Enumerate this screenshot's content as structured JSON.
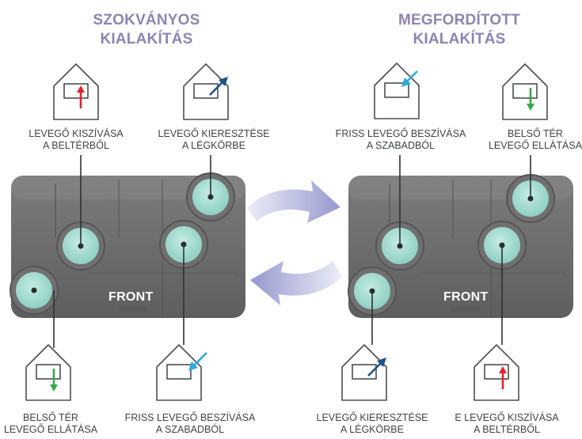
{
  "left": {
    "title_line1": "SZOKVÁNYOS",
    "title_line2": "KIALAKÍTÁS",
    "top_left_label_1": "LEVEGŐ KISZÍVÁSA",
    "top_left_label_2": "A BELTÉRBŐL",
    "top_right_label_1": "LEVEGŐ KIERESZTÉSE",
    "top_right_label_2": "A  LÉGKÖRBE",
    "bottom_left_label_1": "BELSŐ TÉR",
    "bottom_left_label_2": "LEVEGŐ ELLÁTÁSA",
    "bottom_right_label_1": "FRISS LEVEGŐ BESZÍVÁSA",
    "bottom_right_label_2": "A SZABADBÓL",
    "front": "FRONT"
  },
  "right": {
    "title_line1": "MEGFORDÍTOTT",
    "title_line2": "KIALAKÍTÁS",
    "top_left_label_1": "FRISS LEVEGŐ BESZÍVÁSA",
    "top_left_label_2": "A SZABADBÓL",
    "top_right_label_1": "BELSŐ TÉR",
    "top_right_label_2": "LEVEGŐ ELLÁTÁSA",
    "bottom_left_label_1": "LEVEGŐ KIERESZTÉSE",
    "bottom_left_label_2": "A  LÉGKÖRBE",
    "bottom_right_label_1": "E LEVEGŐ KISZÍVÁSA",
    "bottom_right_label_2": "A BELTÉRBŐL",
    "front": "FRONT"
  },
  "colors": {
    "title": "#8a86b4",
    "text": "#3f4448",
    "unit_body": "#6e6e6e",
    "port_fill": "#a6dbd2",
    "arrow_red": "#e8202a",
    "arrow_green": "#35a84a",
    "arrow_darkblue": "#1f4f88",
    "arrow_lightblue": "#2fa8dd",
    "cycle_arrows": "#a9aad6"
  }
}
